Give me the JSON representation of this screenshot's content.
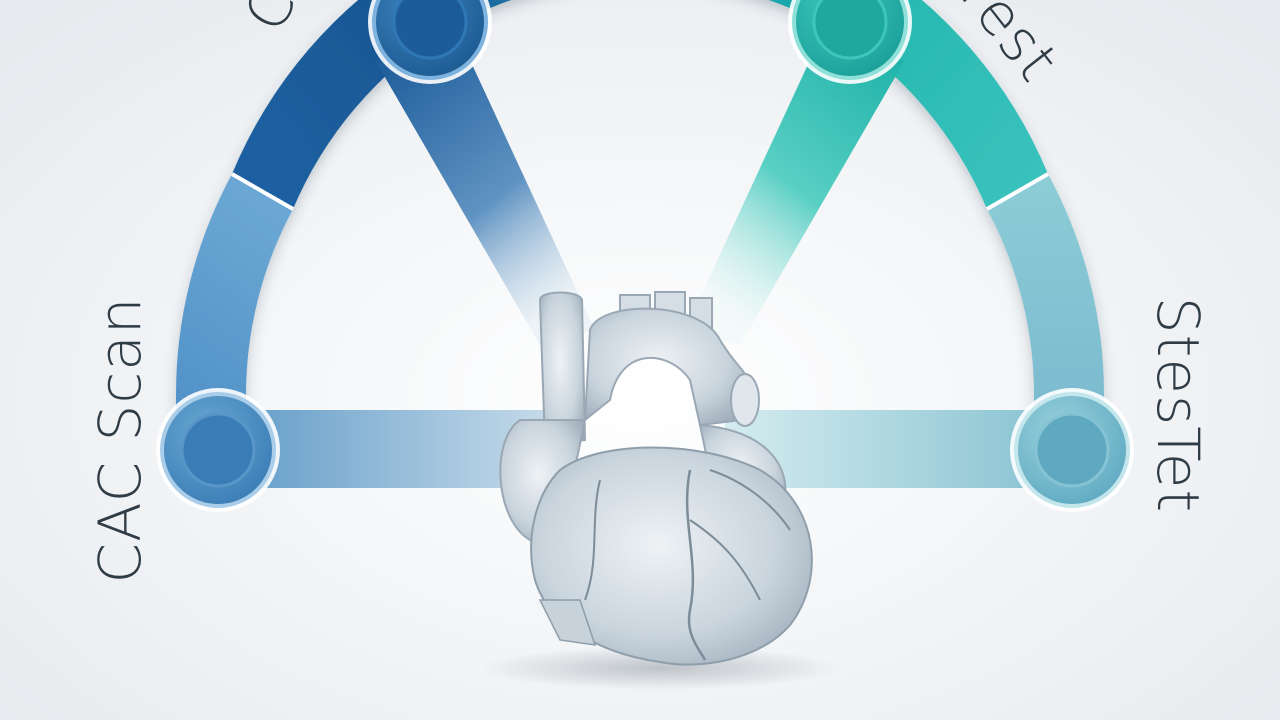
{
  "labels": {
    "left": "CAC Scan",
    "right": "StesTet",
    "top_left": "C",
    "top_right": "rest"
  },
  "colors": {
    "dark_blue": "#1d5f9e",
    "mid_blue": "#3f86c0",
    "light_blue": "#6aa9d3",
    "teal": "#23b8ae",
    "light_teal": "#7cc7d2",
    "heart": "#c9d5df",
    "text": "#2f3b45"
  },
  "icons": {
    "center": "heart-icon",
    "nodes": [
      "node-circle",
      "node-circle",
      "node-circle",
      "node-circle"
    ]
  }
}
